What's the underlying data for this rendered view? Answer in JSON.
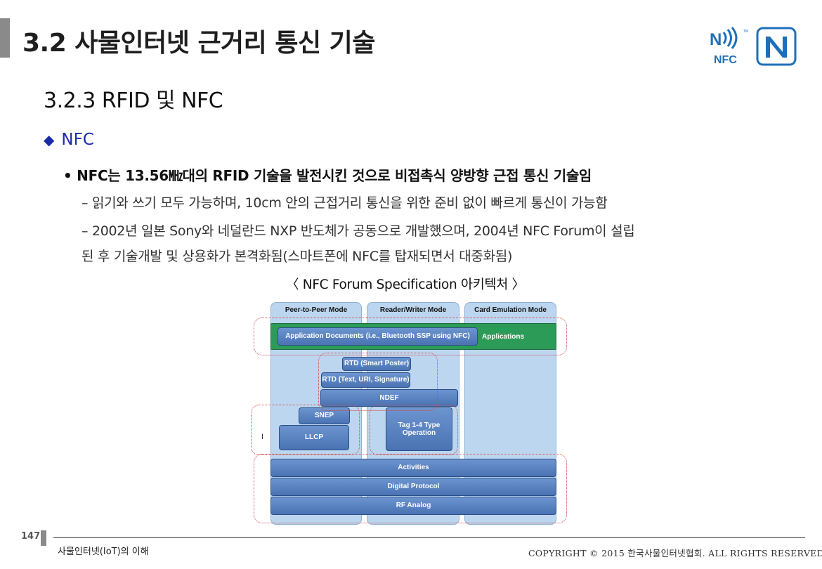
{
  "header": {
    "title": "3.2 사물인터넷 근거리 통신 기술",
    "subtitle": "3.2.3 RFID 및 NFC",
    "nfc_logo_text": "NFC"
  },
  "content": {
    "section_heading": "NFC",
    "bullet_main": "NFC는 13.56㎒대의 RFID 기술을 발전시킨 것으로 비접촉식 양방향 근접 통신 기술임",
    "sub_line_1": "– 읽기와 쓰기 모두 가능하며, 10cm 안의 근접거리 통신을 위한 준비 없이 빠르게 통신이 가능함",
    "sub_line_2": "– 2002년 일본 Sony와 네덜란드 NXP 반도체가 공동으로 개발했으며, 2004년 NFC Forum이 설립",
    "sub_line_3": "된 후 기술개발 및 상용화가 본격화됨(스마트폰에 NFC를 탑재되면서 대중화됨)"
  },
  "diagram": {
    "caption": "〈 NFC Forum Specification 아키텍처 〉",
    "columns": [
      "Peer-to-Peer Mode",
      "Reader/Writer Mode",
      "Card Emulation Mode"
    ],
    "application_documents": "Application Documents (i.e., Bluetooth SSP using NFC)",
    "applications": "Applications",
    "rtd_smart_poster": "RTD (Smart Poster)",
    "rtd_text_uri_signature": "RTD (Text, URI, Signature)",
    "ndef": "NDEF",
    "snep": "SNEP",
    "llcp": "LLCP",
    "tag_operation": "Tag 1-4 Type Operation",
    "activities": "Activities",
    "digital_protocol": "Digital Protocol",
    "rf_analog": "RF Analog",
    "side_mark": "I"
  },
  "footer": {
    "page_number": "147",
    "left_text": "사물인터넷(IoT)의 이해",
    "copyright": "COPYRIGHT © 2015 한국사물인터넷협회. ALL RIGHTS RESERVED."
  },
  "colors": {
    "accent_gray": "#8a8a8a",
    "heading_blue": "#1b2aa8",
    "nfc_blue": "#1f6fb8",
    "block_blue": "#4a73b3",
    "column_light_blue": "#bcd6ef",
    "applications_green": "#2c9b58",
    "dotted_red": "#d24a4a"
  }
}
